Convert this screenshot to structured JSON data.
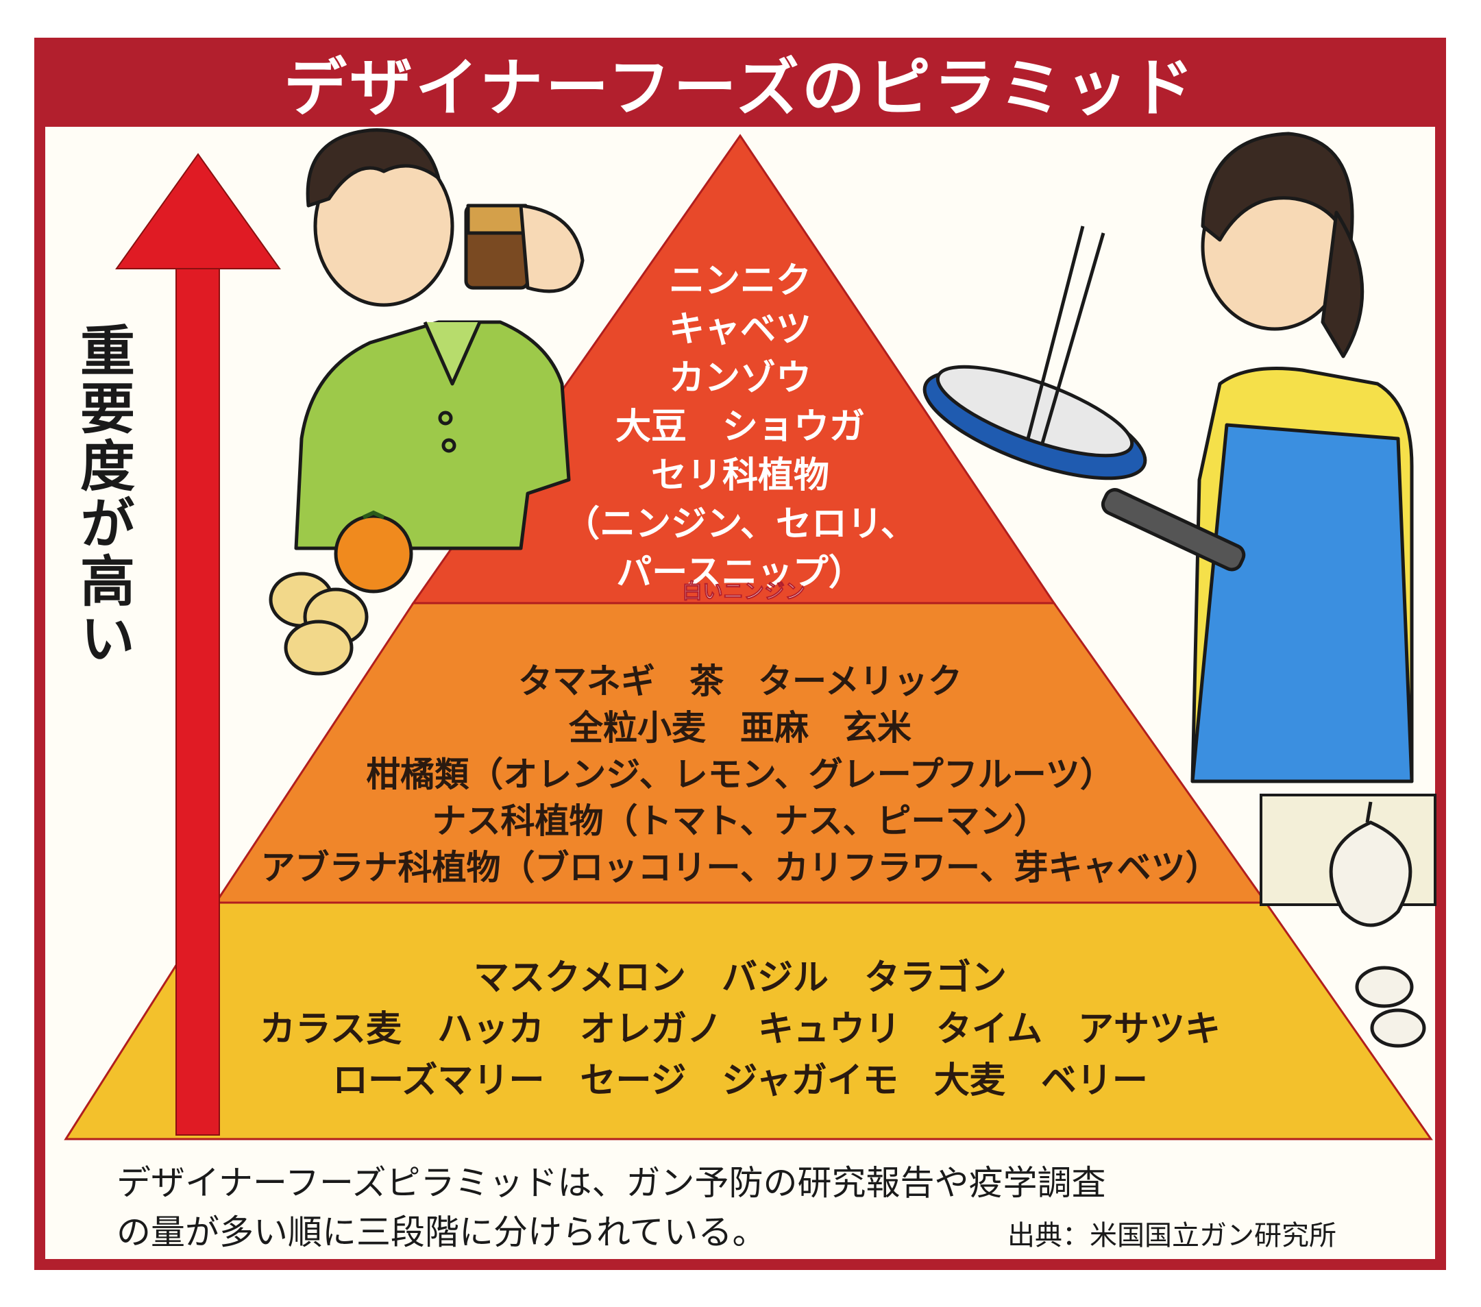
{
  "title": "デザイナーフーズのピラミッド",
  "axis_label": "重要度が高い",
  "tiers": {
    "top": {
      "lines": [
        "ニンニク",
        "キャベツ",
        "カンゾウ",
        "大豆　ショウガ",
        "セリ科植物",
        "（ニンジン、セロリ、",
        "パースニップ）"
      ],
      "note": "白いニンジン",
      "color": "#e8492a"
    },
    "middle": {
      "lines": [
        "タマネギ　茶　ターメリック",
        "全粒小麦　亜麻　玄米",
        "柑橘類（オレンジ、レモン、グレープフルーツ）",
        "ナス科植物（トマト、ナス、ピーマン）",
        "アブラナ科植物（ブロッコリー、カリフラワー、芽キャベツ）"
      ],
      "color": "#f0862a"
    },
    "bottom": {
      "lines": [
        "マスクメロン　バジル　タラゴン",
        "カラス麦　ハッカ　オレガノ　キュウリ　タイム　アサツキ",
        "ローズマリー　セージ　ジャガイモ　大麦　ベリー"
      ],
      "color": "#f3c12c"
    }
  },
  "caption": {
    "line1": "デザイナーフーズピラミッドは、ガン予防の研究報告や疫学調査",
    "line2": "の量が多い順に三段階に分けられている。"
  },
  "source": "出典：米国国立ガン研究所",
  "colors": {
    "frame": "#b21f2d",
    "arrow": "#e01b24",
    "panel": "#fffdf6"
  }
}
